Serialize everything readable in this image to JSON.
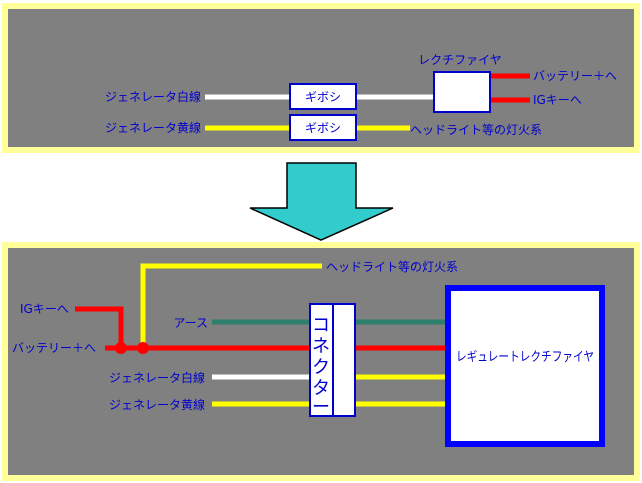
{
  "colors": {
    "panel_bg": "#808080",
    "panel_border": "#ffff99",
    "label_blue": "#0000cc",
    "arrow_fill": "#33cccc",
    "white_wire": "#ffffff",
    "yellow_wire": "#ffff00",
    "red_wire": "#ff0000",
    "green_wire": "#2f7f6f",
    "box_border_blue": "#0000ff"
  },
  "top": {
    "labels": {
      "gen_white": "ジェネレータ白線",
      "gen_yellow": "ジェネレータ黄線",
      "gibosi_1": "ギボシ",
      "gibosi_2": "ギボシ",
      "rectifier": "レクチファイヤ",
      "battery_plus": "バッテリー＋へ",
      "ig_key": "IGキーへ",
      "headlight": "ヘッドライト等の灯火系"
    }
  },
  "bottom": {
    "labels": {
      "headlight": "ヘッドライト等の灯火系",
      "ig_key": "IGキーへ",
      "ground": "アース",
      "battery_plus": "バッテリー＋へ",
      "gen_white": "ジェネレータ白線",
      "gen_yellow": "ジェネレータ黄線",
      "connector_chars": [
        "コ",
        "ネ",
        "ク",
        "タ",
        "ー"
      ],
      "regulator_rectifier": "レギュレートレクチファイヤ"
    }
  }
}
